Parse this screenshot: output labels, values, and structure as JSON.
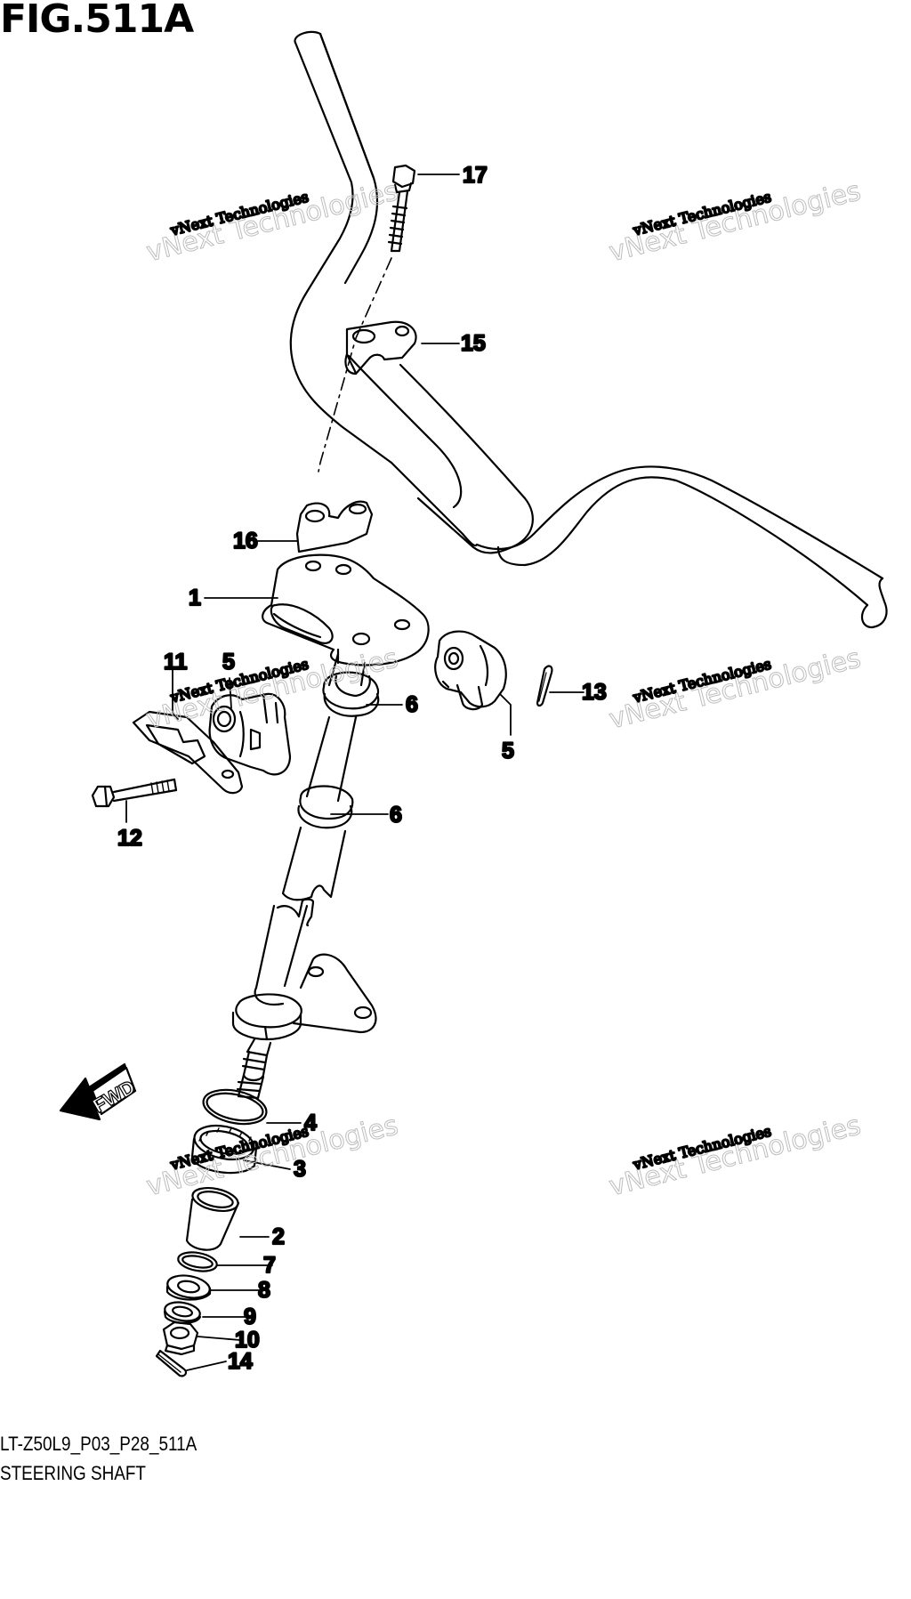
{
  "figure": {
    "title": "FIG.511A",
    "code": "LT-Z50L9_P03_P28_511A",
    "name": "STEERING SHAFT"
  },
  "watermark": {
    "line1": "vNext Technologies",
    "line2": "vNext Technologies"
  },
  "fwd_label": "FWD",
  "callouts": [
    "1",
    "2",
    "3",
    "4",
    "5",
    "5",
    "6",
    "6",
    "7",
    "8",
    "9",
    "10",
    "11",
    "12",
    "13",
    "14",
    "15",
    "16",
    "17"
  ]
}
